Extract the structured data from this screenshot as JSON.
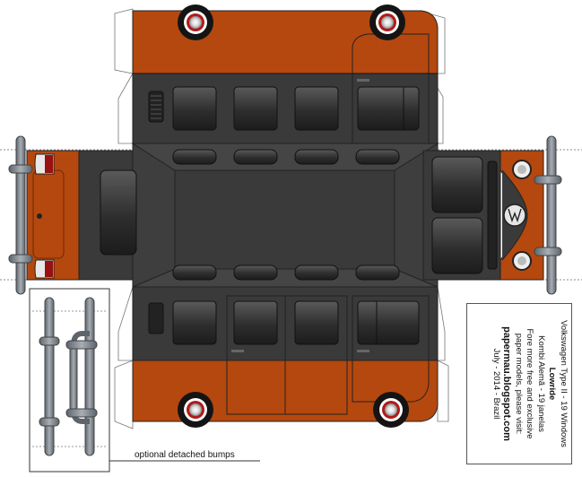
{
  "info": {
    "title": "Volkswagen Type II - 19 Windows",
    "subtitle": "Lowride",
    "line3": "Kombi Alemã - 19 janelas",
    "line4": "Fore more free and exclusive",
    "line5": "paper models, please visit:",
    "website": "papermau.blogspot.com",
    "date": "July - 2014 - Brazil"
  },
  "bumps_label": "optional detached bumps",
  "colors": {
    "body_orange": "#b5480e",
    "dark_body": "#3a3a3a",
    "window_dark": "#333333",
    "bumper_gray": "#7d8590",
    "tire_black": "#141414"
  }
}
